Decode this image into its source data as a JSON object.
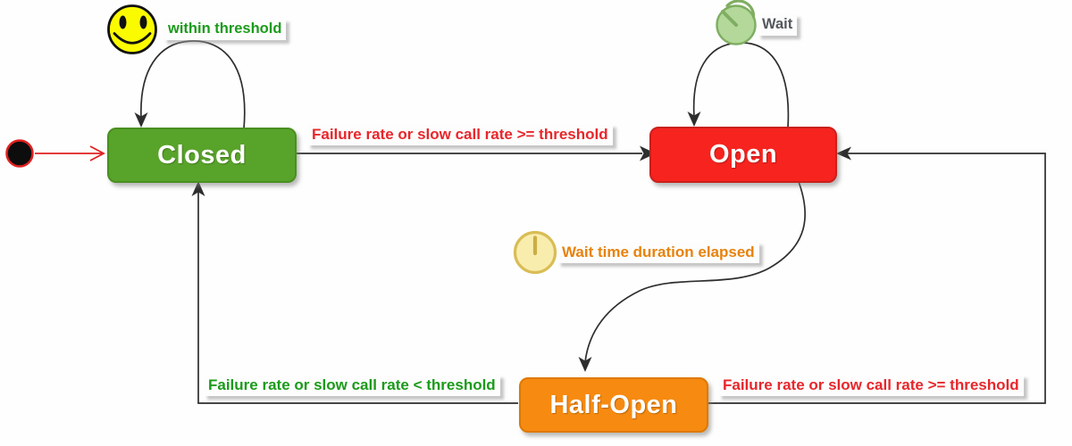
{
  "diagram_type": "state-machine",
  "states": {
    "closed": {
      "label": "Closed"
    },
    "open": {
      "label": "Open"
    },
    "half_open": {
      "label": "Half-Open"
    }
  },
  "transitions": {
    "closed_self": {
      "label": "within threshold",
      "color": "#1b9b1b",
      "icon": "smiley-face-icon"
    },
    "closed_to_open": {
      "label": "Failure rate or slow call rate >= threshold",
      "color": "#e8262b"
    },
    "open_self": {
      "label": "Wait",
      "color": "#54585c",
      "icon": "timer-green-icon"
    },
    "open_to_half_open": {
      "label": "Wait time duration elapsed",
      "color": "#e8820c",
      "icon": "clock-yellow-icon"
    },
    "half_open_to_closed": {
      "label": "Failure rate or slow call rate < threshold",
      "color": "#1b9b1b"
    },
    "half_open_to_open": {
      "label": "Failure rate or slow call rate >= threshold",
      "color": "#e8262b"
    }
  },
  "icons": {
    "initial_state": "initial-state-dot",
    "closed_loop": "smiley-face-icon",
    "open_loop": "timer-green-icon",
    "open_to_half": "clock-yellow-icon"
  },
  "colors": {
    "closed_fill": "#58a32a",
    "closed_border": "#4a8f20",
    "open_fill": "#f6231f",
    "open_border": "#c9201c",
    "half_fill": "#f78a10",
    "half_border": "#de7900",
    "label_green": "#1b9b1b",
    "label_red": "#e8262b",
    "label_orange": "#e8820c",
    "label_gray": "#54585c",
    "edge_black": "#2e2e2e",
    "initial_red": "#e02020",
    "smiley_yellow": "#fbfb00",
    "timer_green_fill": "#b3d899",
    "timer_green_stroke": "#7fae62",
    "clock_yellow_fill": "#f9edae",
    "clock_yellow_stroke": "#d9bd55",
    "clock_yellow_hand": "#c9ad45",
    "state_text": "#ffffff"
  }
}
